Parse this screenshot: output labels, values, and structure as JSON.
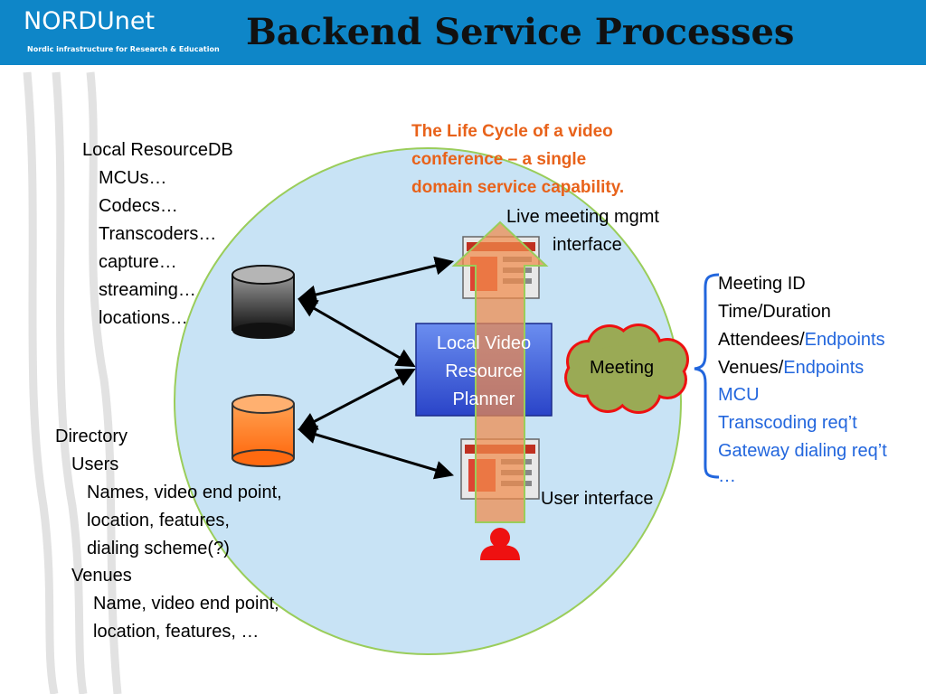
{
  "header": {
    "logo_name": "NORDUnet",
    "logo_tagline": "Nordic infrastructure for Research & Education",
    "title": "Backend Service Processes",
    "background_color": "#0e86c8"
  },
  "lifecycle_caption": [
    "The Life Cycle of a video",
    "conference – a single",
    "domain service capability."
  ],
  "resource_db": {
    "title": "Local ResourceDB",
    "items": [
      "MCUs…",
      "Codecs…",
      "Transcoders…",
      "capture…",
      "streaming…",
      "locations…"
    ]
  },
  "directory": {
    "title": "Directory",
    "users_label": "Users",
    "users_details": [
      "Names, video end point,",
      "location, features,",
      "dialing scheme(?)"
    ],
    "venues_label": "Venues",
    "venues_details": [
      "Name, video end point,",
      "location, features, …"
    ]
  },
  "live_mgmt_label": [
    "Live meeting mgmt",
    "interface"
  ],
  "user_interface_label": "User interface",
  "planner": {
    "label": [
      "Local Video",
      "Resource",
      "Planner"
    ],
    "color": "#4466dd"
  },
  "meeting_cloud_label": "Meeting",
  "meeting_details": [
    {
      "text": "Meeting ID",
      "suffix": ""
    },
    {
      "text": "Time/Duration",
      "suffix": ""
    },
    {
      "text": "Attendees/",
      "suffix": "Endpoints"
    },
    {
      "text": "Venues/",
      "suffix": "Endpoints"
    },
    {
      "text": "",
      "suffix": "MCU"
    },
    {
      "text": "",
      "suffix": "Transcoding req’t"
    },
    {
      "text": "",
      "suffix": "Gateway dialing req’t"
    },
    {
      "text": "",
      "suffix": "…"
    }
  ],
  "colors": {
    "domain_circle": "#c8e3f5",
    "caption_orange": "#e8621a",
    "arrow_orange": "#f08a4b",
    "db_orange": "#ff7a20",
    "db_gray": "#333333",
    "cloud_green": "#9aaa55",
    "cloud_outline": "#ee1111",
    "person_red": "#ee1111",
    "highlight_blue": "#2266dd"
  },
  "icons": {
    "resource_db": "database-cylinder-gray-icon",
    "directory_db": "database-cylinder-orange-icon",
    "person": "user-person-icon",
    "screens": "ui-screenshot-icon"
  }
}
